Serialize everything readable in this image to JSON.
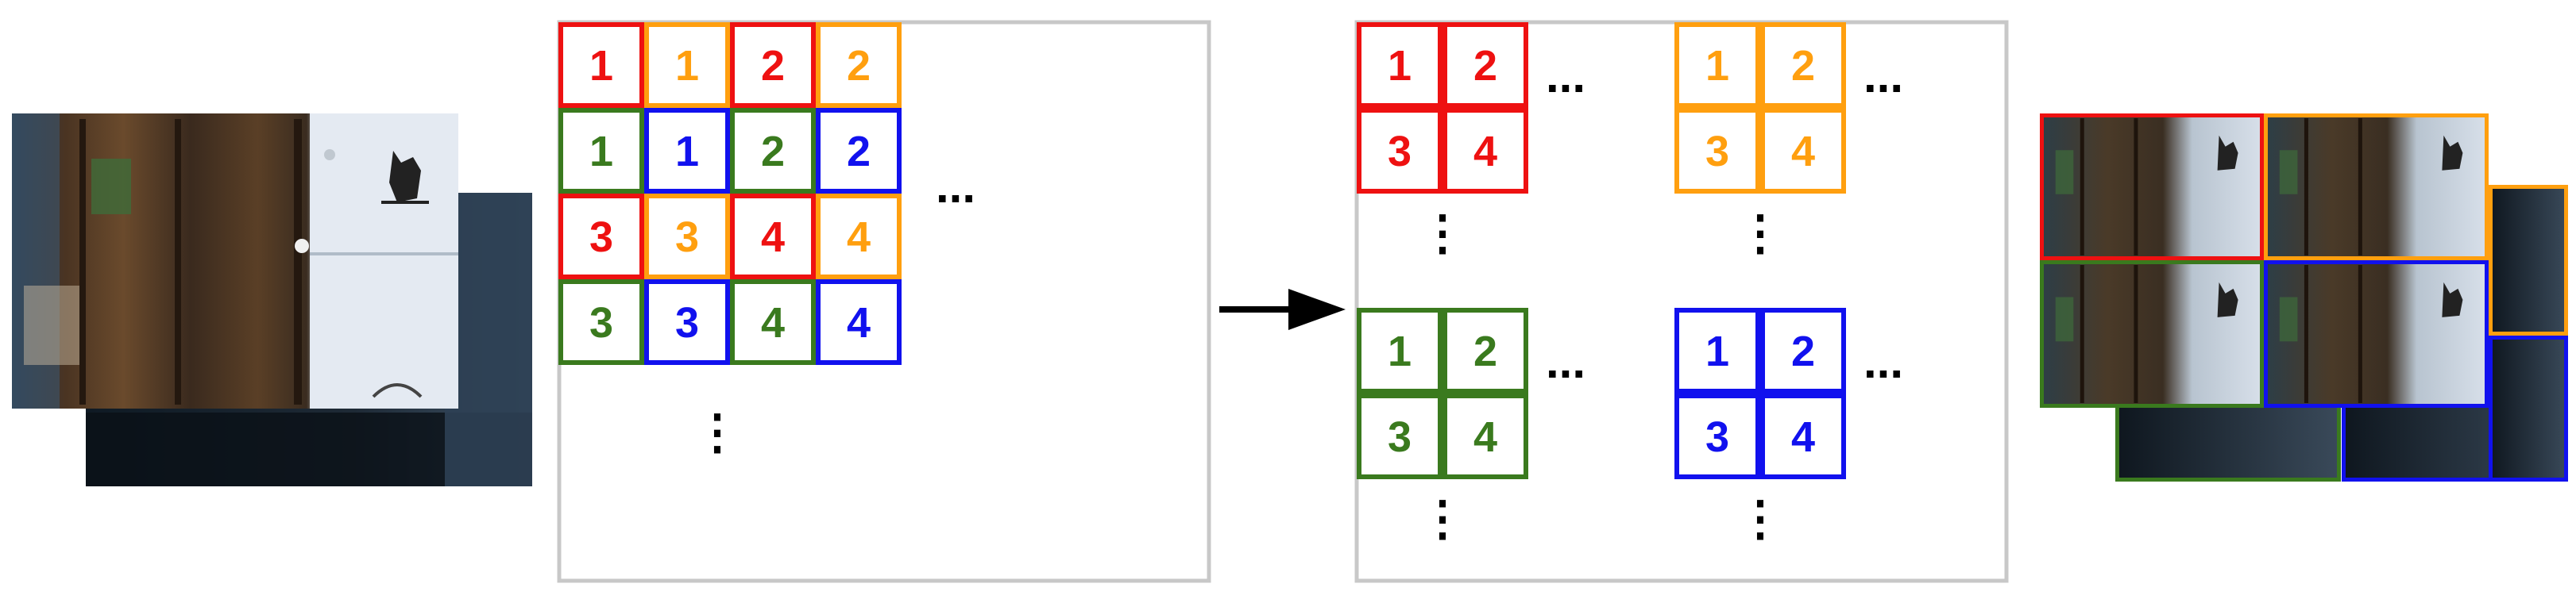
{
  "colors": {
    "red": "#ee1111",
    "orange": "#ff9f0f",
    "green": "#3a7a1e",
    "blue": "#1111ee",
    "panel_border": "#c8c8c8",
    "arrow": "#000000"
  },
  "mosaic_grid": {
    "rows": [
      [
        {
          "label": "1",
          "color": "red"
        },
        {
          "label": "1",
          "color": "orange"
        },
        {
          "label": "2",
          "color": "red"
        },
        {
          "label": "2",
          "color": "orange"
        }
      ],
      [
        {
          "label": "1",
          "color": "green"
        },
        {
          "label": "1",
          "color": "blue"
        },
        {
          "label": "2",
          "color": "green"
        },
        {
          "label": "2",
          "color": "blue"
        }
      ],
      [
        {
          "label": "3",
          "color": "red"
        },
        {
          "label": "3",
          "color": "orange"
        },
        {
          "label": "4",
          "color": "red"
        },
        {
          "label": "4",
          "color": "orange"
        }
      ],
      [
        {
          "label": "3",
          "color": "green"
        },
        {
          "label": "3",
          "color": "blue"
        },
        {
          "label": "4",
          "color": "green"
        },
        {
          "label": "4",
          "color": "blue"
        }
      ]
    ],
    "ellipsis_h": "...",
    "ellipsis_v": "⋮"
  },
  "channel_blocks": [
    {
      "color": "red",
      "labels": [
        "1",
        "2",
        "3",
        "4"
      ]
    },
    {
      "color": "orange",
      "labels": [
        "1",
        "2",
        "3",
        "4"
      ]
    },
    {
      "color": "green",
      "labels": [
        "1",
        "2",
        "3",
        "4"
      ]
    },
    {
      "color": "blue",
      "labels": [
        "1",
        "2",
        "3",
        "4"
      ]
    }
  ],
  "ellipsis_h": "...",
  "ellipsis_v": "⋮",
  "output_channels": [
    "red",
    "orange",
    "green",
    "blue"
  ]
}
